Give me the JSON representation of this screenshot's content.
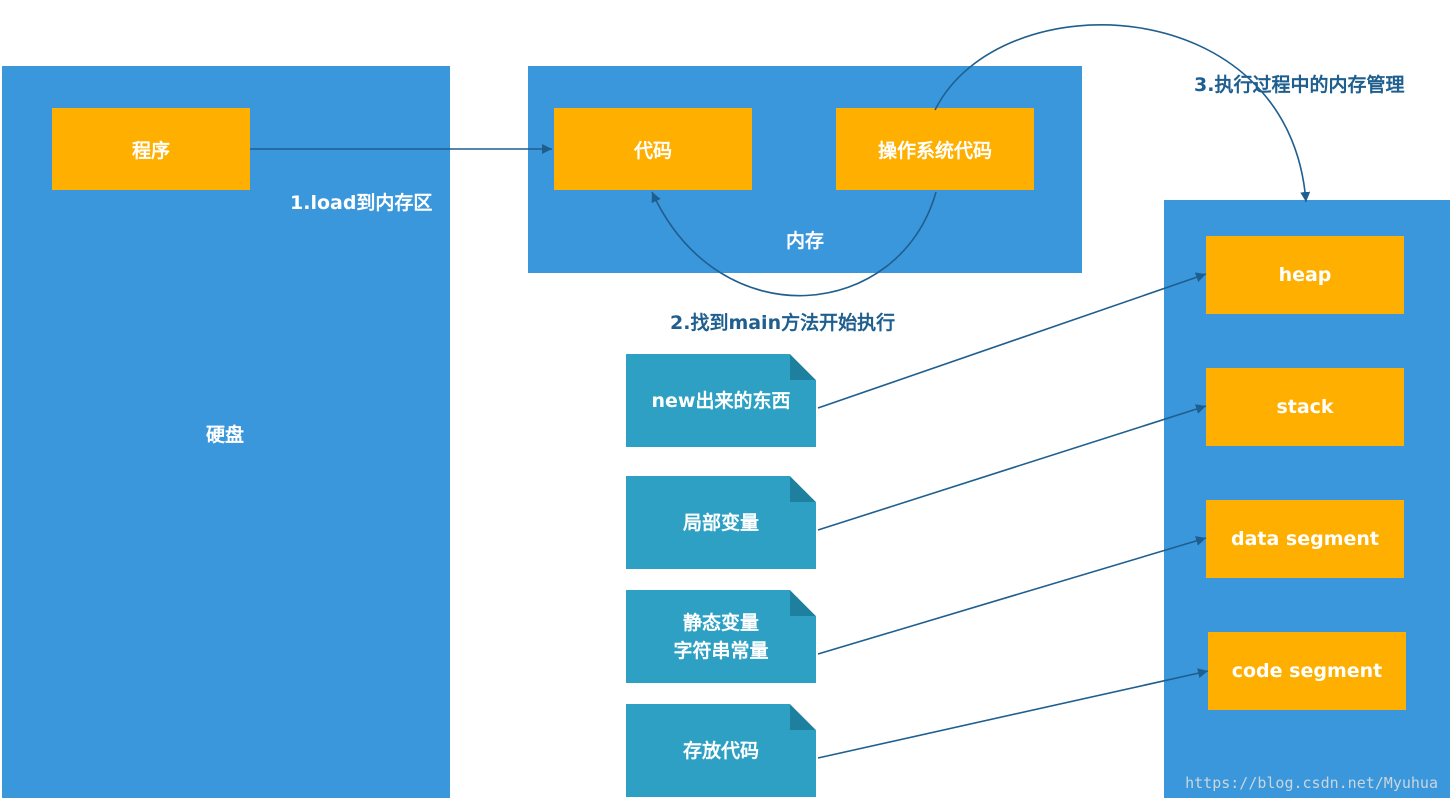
{
  "disk": {
    "label": "硬盘",
    "program_label": "程序"
  },
  "memory": {
    "label": "内存",
    "code_label": "代码",
    "os_code_label": "操作系统代码"
  },
  "regions": {
    "heap": "heap",
    "stack": "stack",
    "data_segment": "data segment",
    "code_segment": "code segment"
  },
  "notes": {
    "new_objects": "new出来的东西",
    "local_vars": "局部变量",
    "static_line1": "静态变量",
    "static_line2": "字符串常量",
    "code_storage": "存放代码"
  },
  "steps": {
    "step1": "1.load到内存区",
    "step2": "2.找到main方法开始执行",
    "step3": "3.执行过程中的内存管理"
  },
  "watermark": "https://blog.csdn.net/Myuhua",
  "colors": {
    "panel": "#3a97db",
    "box": "#ffaf00",
    "note": "#2da0c4",
    "arrow": "#1f5f8f"
  }
}
